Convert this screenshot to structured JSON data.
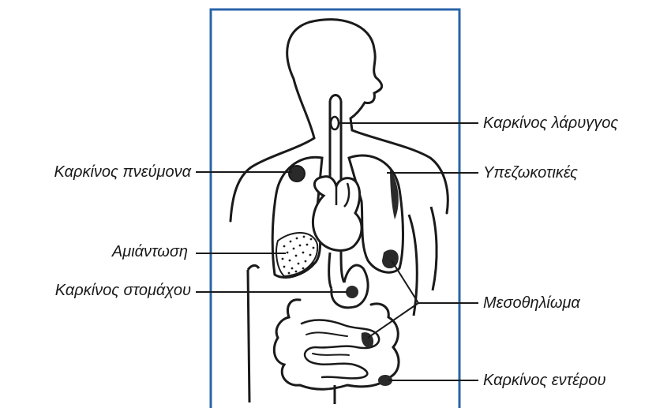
{
  "colors": {
    "frame": "#2a64a8",
    "ink": "#1a1a1a",
    "background": "#ffffff"
  },
  "labels": {
    "larynx_cancer": "Καρκίνος λάρυγγος",
    "pleura": "Υπεζωκοτικές",
    "lung_cancer": "Καρκίνος πνεύμονα",
    "asbestosis": "Αμιάντωση",
    "stomach_cancer": "Καρκίνος στομάχου",
    "mesothelioma": "Μεσοθηλίωμα",
    "colon_cancer": "Καρκίνος εντέρου"
  }
}
